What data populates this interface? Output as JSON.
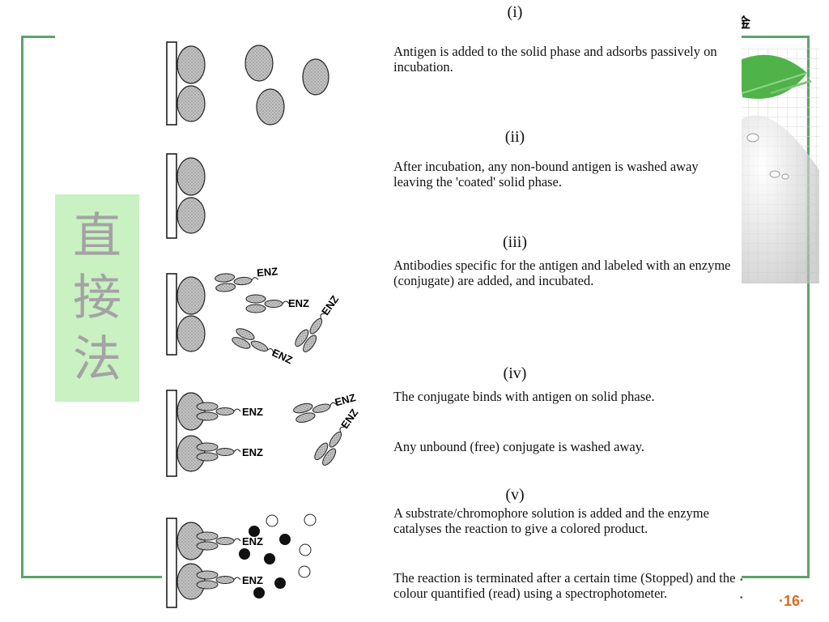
{
  "slide": {
    "side_title": "直接法",
    "top_char": "金",
    "page_number": "·16·",
    "accent_color": "#5aa46a",
    "side_bg_color": "#c9f1c2",
    "page_number_color": "#e06a1e"
  },
  "diagram": {
    "enzyme_label": "ENZ",
    "steps": [
      {
        "label": "(i)",
        "desc": "Antigen is added to the solid phase and adsorbs passively on incubation."
      },
      {
        "label": "(ii)",
        "desc": "After incubation, any non-bound antigen is washed away leaving the 'coated' solid phase."
      },
      {
        "label": "(iii)",
        "desc": "Antibodies specific for the antigen and labeled with an enzyme (conjugate) are added, and incubated."
      },
      {
        "label": "(iv)",
        "desc": "The conjugate binds with antigen on solid phase.",
        "desc2": "Any unbound (free) conjugate is washed away."
      },
      {
        "label": "(v)",
        "desc": "A substrate/chromophore solution is added and the enzyme catalyses the reaction to give a colored product.",
        "desc2": "The reaction is terminated after a certain time (Stopped) and the colour quantified (read) using a spectrophotometer."
      }
    ]
  }
}
